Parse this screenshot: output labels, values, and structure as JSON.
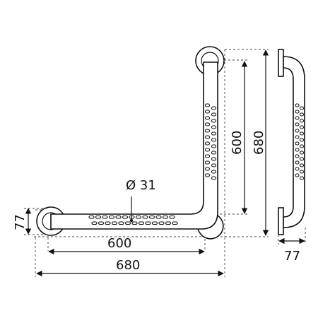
{
  "dimensions": {
    "diameter": "Ø 31",
    "horizontal_inner": "600",
    "horizontal_outer": "680",
    "vertical_inner": "600",
    "vertical_outer": "680",
    "wall_offset_left": "77",
    "wall_offset_side": "77"
  }
}
